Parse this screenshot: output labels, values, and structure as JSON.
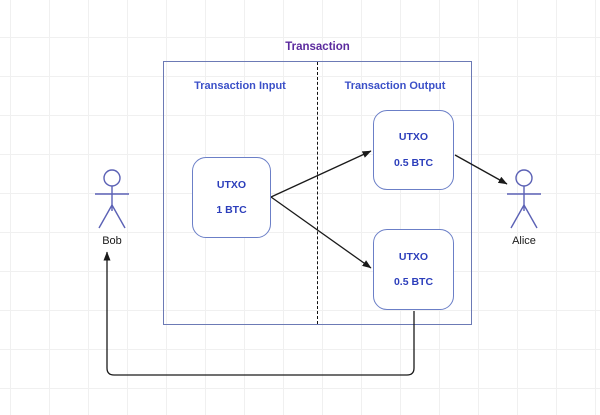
{
  "diagram": {
    "title": "Transaction",
    "sections": [
      {
        "label": "Transaction Input"
      },
      {
        "label": "Transaction Output"
      }
    ],
    "nodes": {
      "input_utxo": {
        "line1": "UTXO",
        "line2": "1 BTC"
      },
      "output_utxo_top": {
        "line1": "UTXO",
        "line2": "0.5 BTC"
      },
      "output_utxo_bottom": {
        "line1": "UTXO",
        "line2": "0.5 BTC"
      }
    },
    "actors": [
      {
        "name": "Bob"
      },
      {
        "name": "Alice"
      }
    ],
    "colors": {
      "title": "#5b2a9e",
      "section_title": "#3b50c8",
      "utxo_text": "#2c3ebb",
      "box_border": "#6c7ab5",
      "utxo_border": "#6b7fc7",
      "arrow": "#1a1a1a",
      "actor_stroke": "#5b61b5",
      "grid": "#f0f0f0"
    }
  }
}
